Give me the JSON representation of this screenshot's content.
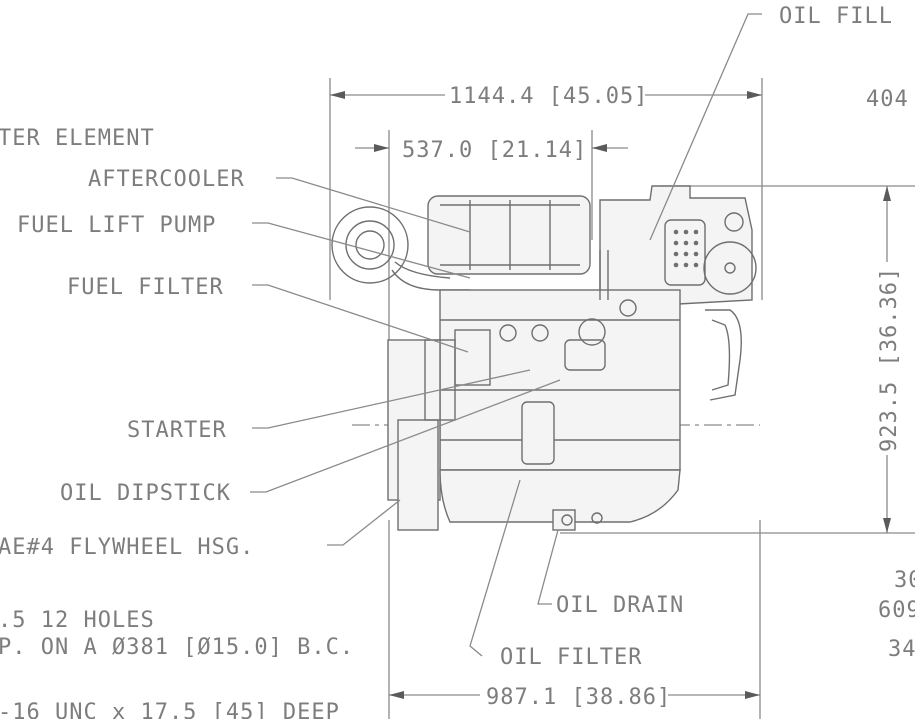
{
  "labels": {
    "oil_fill": "OIL FILL",
    "filter_element": "TER ELEMENT",
    "aftercooler": "AFTERCOOLER",
    "fuel_lift_pump": "FUEL LIFT PUMP",
    "fuel_filter": "FUEL FILTER",
    "starter": "STARTER",
    "oil_dipstick": "OIL DIPSTICK",
    "flywheel_hsg": "AE#4 FLYWHEEL HSG.",
    "holes_note": ".5 12 HOLES",
    "bolt_circle_note": "P. ON A Ø381 [Ø15.0] B.C.",
    "thread_note": "-16 UNC x 17.5 [45] DEEP",
    "oil_drain": "OIL DRAIN",
    "oil_filter": "OIL FILTER"
  },
  "dimensions": {
    "overall_length": "1144.4 [45.05]",
    "partial_length": "537.0 [21.14]",
    "base_length": "987.1 [38.86]",
    "height": "923.5 [36.36]",
    "right_top": "404",
    "right_a": "30",
    "right_b": "609",
    "right_c": "34"
  }
}
